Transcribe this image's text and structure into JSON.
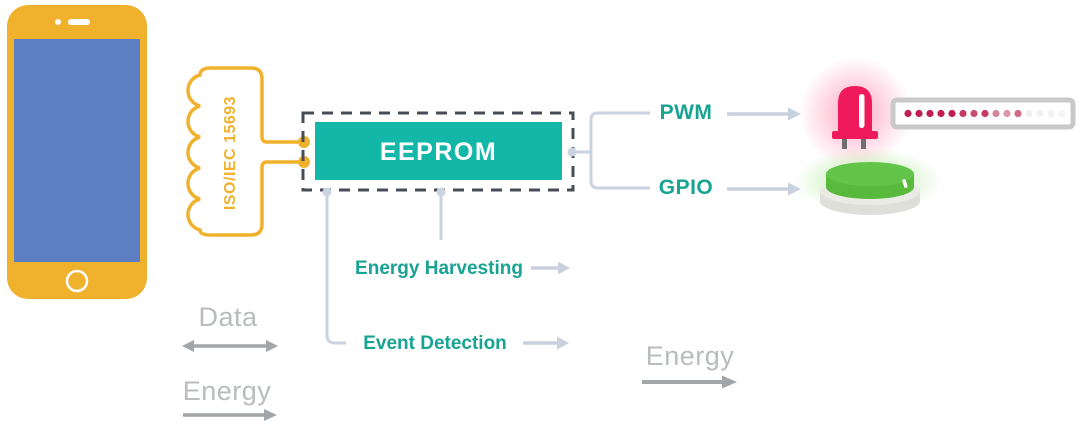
{
  "labels": {
    "antenna_standard": "ISO/IEC 15693",
    "chip": "EEPROM",
    "pwm": "PWM",
    "gpio": "GPIO",
    "energy_harvesting": "Energy Harvesting",
    "event_detection": "Event Detection",
    "data_legend": "Data",
    "energy_legend_left": "Energy",
    "energy_legend_right": "Energy"
  },
  "colors": {
    "accent_yellow": "#F0B22C",
    "phone_screen_blue": "#5D7EC3",
    "chip_teal": "#12B7A7",
    "teal_text": "#18A392",
    "gray_text": "#B9BCBE",
    "gray_arrow": "#A2A6A9",
    "light_connector": "#CBD2E0",
    "dashed_border": "#474D57",
    "led_pink": "#EF1A5B",
    "button_green": "#5BBE3E",
    "button_base_gray": "#DFDFD9"
  },
  "strip": {
    "dot_colors": [
      "#c01d50",
      "#c01d50",
      "#c01d50",
      "#c01d50",
      "#c01d50",
      "#c53a63",
      "#c74e72",
      "#c53a63",
      "#d3859b",
      "#d897aa",
      "#d06a86",
      "#eef0f1",
      "#eef0f1",
      "#f1f2f3",
      "#f4f4f5"
    ]
  }
}
